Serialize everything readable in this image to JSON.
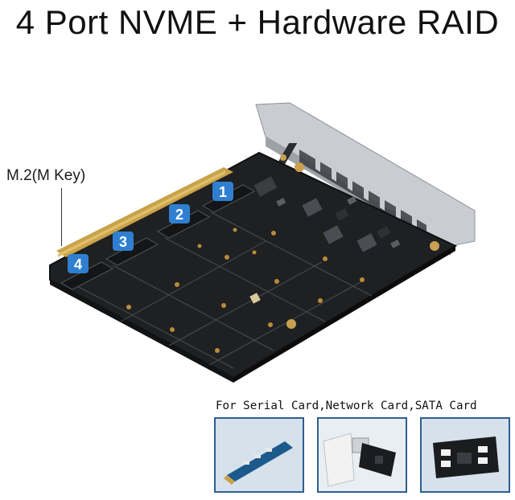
{
  "title": "4 Port NVME + Hardware RAID",
  "callout": "M.2(M Key)",
  "port_labels": [
    "1",
    "2",
    "3",
    "4"
  ],
  "caption": "For Serial Card,Network Card,SATA Card",
  "colors": {
    "pcb": "#1f2022",
    "badge": "#2f7fd1",
    "frame": "#2f5f8f"
  }
}
